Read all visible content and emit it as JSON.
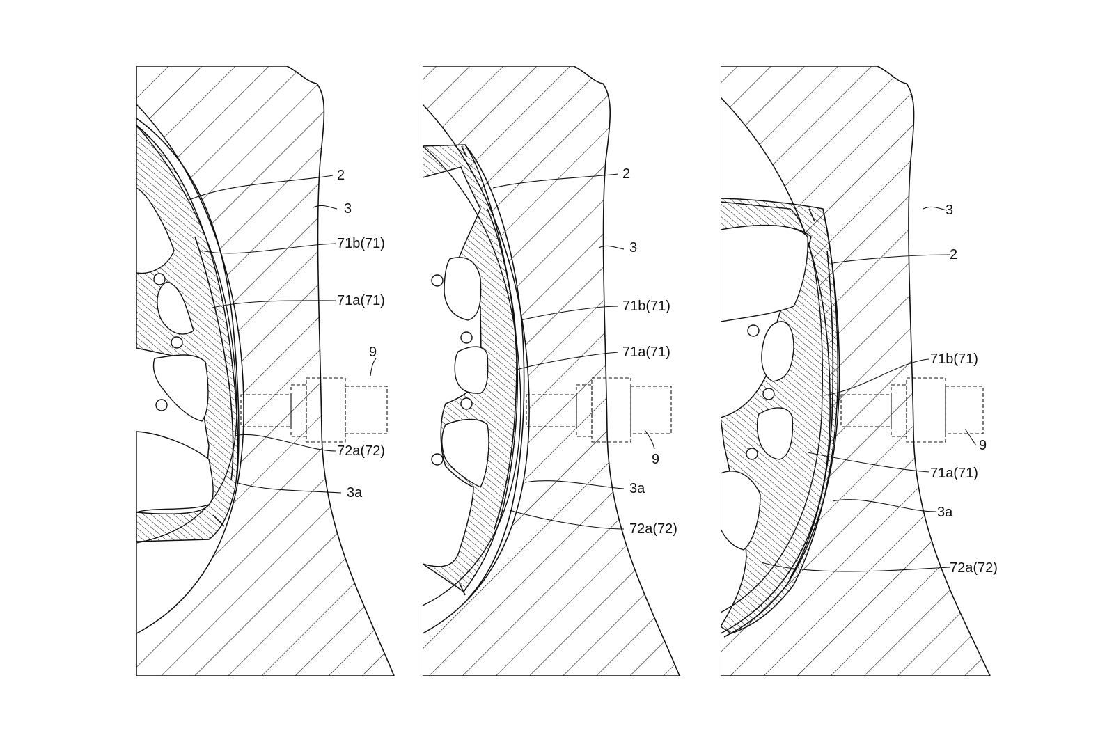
{
  "figure": {
    "panels": [
      {
        "id": "left",
        "labels": {
          "ref_2": "2",
          "ref_3": "3",
          "ref_71b": "71b(71)",
          "ref_71a": "71a(71)",
          "ref_9": "9",
          "ref_72a": "72a(72)",
          "ref_3a": "3a"
        }
      },
      {
        "id": "middle",
        "labels": {
          "ref_2": "2",
          "ref_3": "3",
          "ref_71b": "71b(71)",
          "ref_71a": "71a(71)",
          "ref_9": "9",
          "ref_3a": "3a",
          "ref_72a": "72a(72)"
        }
      },
      {
        "id": "right",
        "labels": {
          "ref_3": "3",
          "ref_2": "2",
          "ref_71b": "71b(71)",
          "ref_9": "9",
          "ref_71a": "71a(71)",
          "ref_3a": "3a",
          "ref_72a": "72a(72)"
        }
      }
    ]
  },
  "colors": {
    "line": "#111111",
    "background": "#ffffff"
  }
}
